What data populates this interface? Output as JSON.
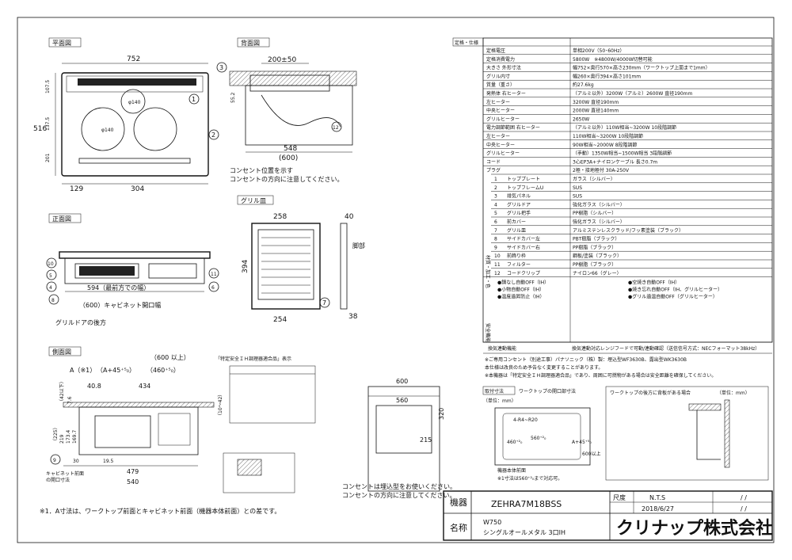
{
  "views": {
    "plan": "平面図",
    "back": "背面図",
    "front": "正面図",
    "side": "側面図",
    "grill_dish": "グリル皿"
  },
  "plan_dims": {
    "width": "752",
    "depth": "516",
    "d1": "107.5",
    "d2": "137.5",
    "d3": "201",
    "left": "129",
    "center": "304",
    "dia1": "φ140",
    "dia2": "φ140"
  },
  "back_dims": {
    "top": "200±50",
    "w": "548",
    "w2": "(600)",
    "h": "55.2"
  },
  "grill_dims": {
    "w": "258",
    "h": "394",
    "w2": "254",
    "t": "40",
    "t2": "38",
    "foot": "脚部"
  },
  "front_dims": {
    "w": "594（最前方での幅）",
    "w2": "（600）キャビネット開口幅"
  },
  "side_dims": {
    "top": "（600 以上）",
    "a": "（A+45⁺⁵₀）",
    "a2": "（460⁺⁵₀）",
    "d1": "40.8",
    "d2": "434",
    "a_label": "A（※1）",
    "d3": "479",
    "d4": "540",
    "d5": "30",
    "d6": "19.5",
    "h1": "（225）",
    "h2": "219",
    "h3": "173.4",
    "h4": "169.7",
    "h5": "7.6",
    "h6": "（42以下）",
    "h7": "（10〜42）"
  },
  "notes": {
    "outlet": "コンセント位置を示す",
    "outlet2": "コンセントの方向に注意してください。",
    "grill_door": "グリルドアの後方",
    "cabinet_front": "キャビネット前面",
    "cabinet_front2": "の開口寸法",
    "note1": "※1．A寸法は、ワークトップ前面とキャビネット前面（機器本体前面）との差です。",
    "outlet3": "コンセントは埋込型をお使いください。",
    "outlet4": "コンセントの方向に注意してください。",
    "safety_title": "「特定安全ＩＨ調理器適合品」表示",
    "cut_title": "取付寸法",
    "cut_sub": "ワークトップの開口部寸法",
    "cut_unit": "（単位：mm）",
    "cut_note": "※1寸法は560⁺²₀まで対応可。",
    "cut_front": "機器本体前面",
    "wall_title": "ワークトップの後方に背板がある場合",
    "wall_unit": "（単位：mm）",
    "cut_a": "4-R4~R20",
    "cut_b": "560⁺²₀",
    "cut_c": "460⁺²₀",
    "cut_d": "A+45⁺⁵₀",
    "cut_e": "600以上",
    "cab_w": "600",
    "cab_w2": "560",
    "cab_h": "320",
    "cab_h2": "215"
  },
  "spec_header": "定格・仕様",
  "spec_rows": [
    [
      "定格電圧",
      "単相200V（50･60Hz）"
    ],
    [
      "定格消費電力",
      "5800W　※4800W/4000W切替可能"
    ],
    [
      "大きさ 外形寸法",
      "幅752×奥行570×高さ230mm（ワークトップ上面まで1mm）"
    ],
    [
      "グリル内寸",
      "幅260×奥行394×高さ101mm"
    ],
    [
      "質量（重さ）",
      "約27.6kg"
    ],
    [
      "発熱体 右ヒーター",
      "（アルミ以外）3200W（アルミ）2600W 直径190mm"
    ],
    [
      "左ヒーター",
      "3200W 直径190mm"
    ],
    [
      "中央ヒーター",
      "2000W 直径140mm"
    ],
    [
      "グリルヒーター",
      "2650W"
    ],
    [
      "電力調節範囲 右ヒーター",
      "（アルミ以外）110W相当~3200W 10段階調節"
    ],
    [
      "左ヒーター",
      "110W相当~3200W 10段階調節"
    ],
    [
      "中央ヒーター",
      "90W相当~2000W 8段階調節"
    ],
    [
      "グリルヒーター",
      "（手動）1350W相当~1500W相当 3段階調節"
    ],
    [
      "コード",
      "3心EP3A+ナイロンケーブル 長さ0.7m"
    ],
    [
      "プラグ",
      "2極・接地極付 30A-250V"
    ]
  ],
  "material_rows": [
    [
      "1",
      "トッププレート",
      "ガラス（シルバー）"
    ],
    [
      "2",
      "トップフレームU",
      "SUS"
    ],
    [
      "3",
      "排気パネル",
      "SUS"
    ],
    [
      "4",
      "グリルドア",
      "強化ガラス（シルバー）"
    ],
    [
      "5",
      "グリル把手",
      "PP樹脂（シルバー）"
    ],
    [
      "6",
      "前カバー",
      "強化ガラス（シルバー）"
    ],
    [
      "7",
      "グリル皿",
      "アルミステンレスクラッド/フッ素塗装（ブラック）"
    ],
    [
      "8",
      "サイドカバー左",
      "PBT樹脂（ブラック）"
    ],
    [
      "9",
      "サイドカバー右",
      "PP樹脂（ブラック）"
    ],
    [
      "10",
      "前飾り枠",
      "鋼板/塗装（ブラック）"
    ],
    [
      "11",
      "フィルター",
      "PP樹脂（ブラック）"
    ],
    [
      "12",
      "コードクリップ",
      "ナイロン66（グレー）"
    ]
  ],
  "material_label": "材質・加工・色",
  "safety_features": [
    "●鍋なし自動OFF（IH）",
    "●空焼き自動OFF（IH）",
    "●小物自動OFF（IH）",
    "●焼き忘れ自動OFF（IH、グリルヒーター）",
    "●温度過昇防止（IH）",
    "●グリル過温自動OFF（グリルヒーター）"
  ],
  "safety_label": "安全機能",
  "linked": "換気連動機能",
  "linked_value": "換気連動対応レンジフードで可動/連動確認（送信信号方式：NECフォーマット38kHz）",
  "footnotes": [
    "※ご専用コンセント（別途工事）パナソニック（株）製：埋込型WF3630B、露出型WK3630B",
    "本仕様は改良のため予告なく変更することがあります。",
    "※本機器は「特定安全ＩＨ調理器適合品」であり、周囲に可燃物がある場合は安全距離を確保してください。"
  ],
  "title_block": {
    "name_label": "機器",
    "model": "ZEHRA7M18BSS",
    "scale_label": "尺度",
    "scale": "N.T.S",
    "date": "2018/6/27",
    "desc_label": "名称",
    "desc1": "W750",
    "desc2": "シングルオールメタル 3口IH",
    "company": "クリナップ株式会社",
    "slash": "/ /"
  },
  "callouts": [
    "1",
    "2",
    "3",
    "4",
    "5",
    "6",
    "7",
    "8",
    "9",
    "10",
    "11",
    "12"
  ]
}
